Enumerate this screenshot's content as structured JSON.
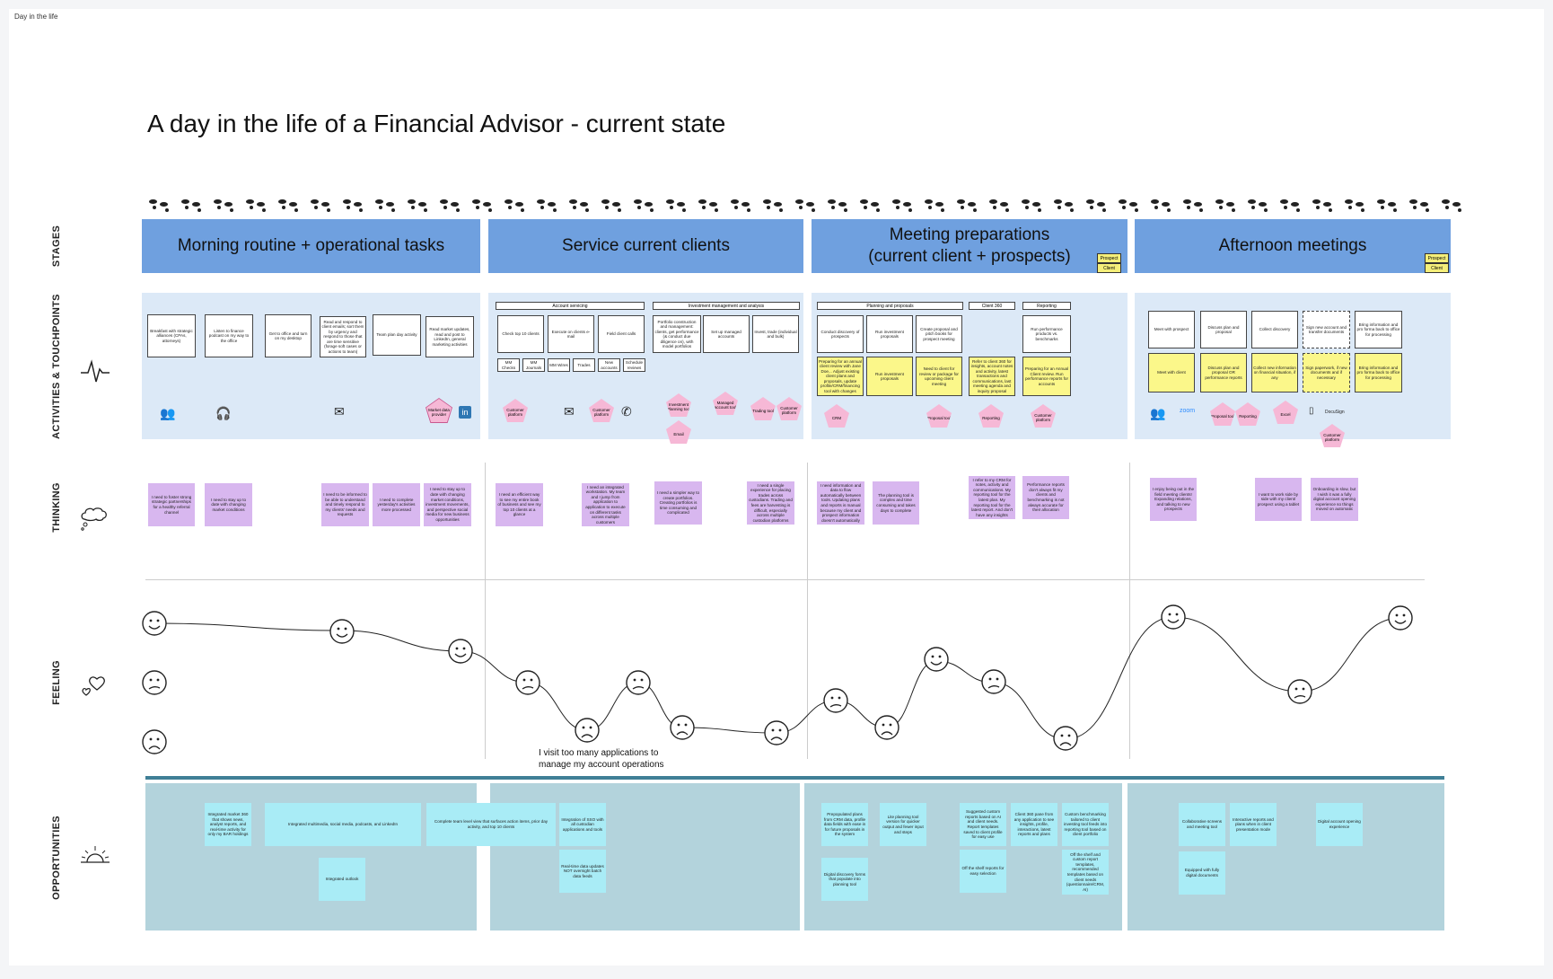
{
  "board_label": "Day in the life",
  "title": "A day in the life of a Financial Advisor - current state",
  "lanes": {
    "stages": "STAGES",
    "activities": "ACTIVITIES & TOUCHPOINTS",
    "thinking": "THINKING",
    "feeling": "FEELING",
    "opportunities": "OPPORTUNITIES"
  },
  "stages": [
    {
      "label": "Morning routine + operational tasks"
    },
    {
      "label": "Service current clients"
    },
    {
      "label": "Meeting preparations\n(current client + prospects)",
      "tags": [
        "Prospect",
        "Client"
      ]
    },
    {
      "label": "Afternoon meetings",
      "tags": [
        "Prospect",
        "Client"
      ]
    }
  ],
  "activities": {
    "s1_cards": [
      "Breakfast with strategic alliances (CPAs, attorneys)",
      "Listen to finance podcast on my way to the office",
      "Get to office and turn on my desktop",
      "Read and respond to client emails; sort them by urgency and respond to those that are time sensitive (forage soft cases or actions to team)",
      "Team plan day activity",
      "Read market updates, read and post to LinkedIn, general marketing activities"
    ],
    "s1_pents": [
      "Market data provider"
    ],
    "s2_group_heads": [
      "Account servicing",
      "Investment management and analysis"
    ],
    "s2_cards": [
      "Check top 10 clients",
      "Execute on clients e-mail",
      "Field client calls",
      "Portfolio construction and management: clients, get performance (& conduct due diligence on), with model portfolios",
      "Set up managed accounts",
      "Invest, trade (individual and bulk)"
    ],
    "s2_small": [
      "MM Checks",
      "MM Journals",
      "MM Wires",
      "Trades",
      "New accounts",
      "Schedule reviews"
    ],
    "s2_pents": [
      "Customer platform",
      "Customer platform",
      "Investment Planning tool",
      "Email",
      "Managed account tool",
      "Trading tool",
      "Customer platform"
    ],
    "s3_group_heads": [
      "Planning and proposals",
      "Client 360",
      "Reporting"
    ],
    "s3_cards": [
      "Conduct discovery of prospects",
      "Run investment proposals",
      "Create proposal and pitch books for prospect meeting",
      "Run performance products vs. benchmarks"
    ],
    "s3_yellow": [
      "Preparing for an annual client review with Jane Doe... Adjust existing client plans and proposals, update profile/CRM/financing tool with changes",
      "Run investment proposals",
      "Need to client for review or package for upcoming client meeting",
      "Refer to client 360 for insights, account notes and activity, latest transactions and communications, last meeting agenda and inquiry proposal",
      "Preparing for an Annual Client review. Run performance reports for accounts"
    ],
    "s3_pents": [
      "CRM",
      "Proposal tool",
      "Reporting",
      "Customer platform"
    ],
    "s4_cards": [
      "Meet with prospect",
      "Discuss plan and proposal",
      "Collect discovery",
      "Sign new account and transfer documents",
      "Bring information and pro forma back to office for processing"
    ],
    "s4_yellow": [
      "Meet with client",
      "Discuss plan and proposal OR performance reports",
      "Collect new information on financial situation, if any",
      "Sign paperwork, if new documents and if necessary",
      "Bring information and pro forma back to office for processing"
    ],
    "s4_pents": [
      "Proposal tool",
      "Reporting",
      "Excel",
      "Customer platform"
    ],
    "s4_labels": [
      "zoom",
      "DocuSign"
    ]
  },
  "thinking": [
    "I need to foster strong strategic partnerships for a healthy referral channel",
    "I need to stay up to date with changing market conditions",
    "I need to be informed to be able to understand and timely respond to my clients' needs and requests",
    "I need to complete yesterday's activities more processed",
    "I need to stay up to date with changing market conditions, investment movements, and perspective social media for new business opportunities",
    "I need an efficient way to see my entire book of business and see my top 10 clients at a glance",
    "I need an integrated workstation. My team and I jump from application to application to execute on different tasks across multiple customers",
    "I need a simpler way to create portfolios. Creating portfolios is time consuming and complicated",
    "I need a single experience for placing trades across custodians. Trading and fees are harvesting is difficult, especially across multiple custodian platforms",
    "I need information and data to flow automatically between tools. Updating plans and reports is manual because my client and prospect information doesn't automatically",
    "The planning tool is complex and time consuming and takes days to complete",
    "I refer to my CRM for notes, activity and communications. My reporting tool for the latest plan. My reporting tool for the latest report. And don't have any insights",
    "Performance reports don't always fit my clients and benchmarking is not always accurate for their allocation",
    "I enjoy being out in the field meeting clients! Expanding relations, and talking to new prospects",
    "I want to work side by side with my client/ prospect using a tablet",
    "Onboarding is slow, but I wish it was a fully digital account opening experience so things moved on automatic"
  ],
  "feeling_note": "I visit too many applications to\nmanage my account operations",
  "opportunities": [
    "Integrated market 360 that shows news, analyst reports, and real-time activity for only my BAR holdings",
    "Integrated multimedia, social media, podcasts, and LinkedIn",
    "Integrated outlook",
    "Complete team level view that surfaces action items, prior day activity, and top 10 clients",
    "Integration of SSO with all custodian applications and tools",
    "Real-time data updates NOT overnight batch data feeds",
    "Prepopulated plans from CRM data, profile data fields with ease in for future proposals in the system",
    "Digital discovery forms that populate into planning tool",
    "Lite planning tool version for quicker output and fewer input and steps",
    "Suggested custom reports based on AI and client needs. Report templates saved to client profile for easy use",
    "Off the shelf reports for easy selection",
    "Client 360 pane from any application to see insights, profile, interactions, latest reports and plans",
    "Custom benchmarking tailored to client investing tool feeds into reporting tool based on client portfolio",
    "Off the shelf and custom report templates, recommended templates based on client needs (questionnaire/CRM, AI)",
    "Collaborative screens and meeting tool",
    "Interactive reports and plans when in client presentation mode",
    "Equipped with fully digital documents",
    "Digital account opening experience"
  ],
  "chart_data": {
    "type": "line",
    "ylabel": "Feeling",
    "scale": [
      "happy",
      "neutral",
      "sad"
    ],
    "series": [
      {
        "values": [
          "happy",
          "happy",
          "happy",
          "neutral",
          "sad",
          "neutral",
          "sad",
          "sad",
          "neutral",
          "sad",
          "happy",
          "neutral",
          "sad",
          "happy",
          "neutral",
          "happy"
        ]
      }
    ]
  },
  "colors": {
    "stage": "#6fa0df",
    "activity_panel": "#dce9f7",
    "thinking": "#d8b7ef",
    "touchpoint": "#f6b8d6",
    "yellow_card": "#fbf78a",
    "opportunity_band": "#b3d3dc",
    "opportunity": "#a9ecf6",
    "separator": "#3f7f96"
  }
}
